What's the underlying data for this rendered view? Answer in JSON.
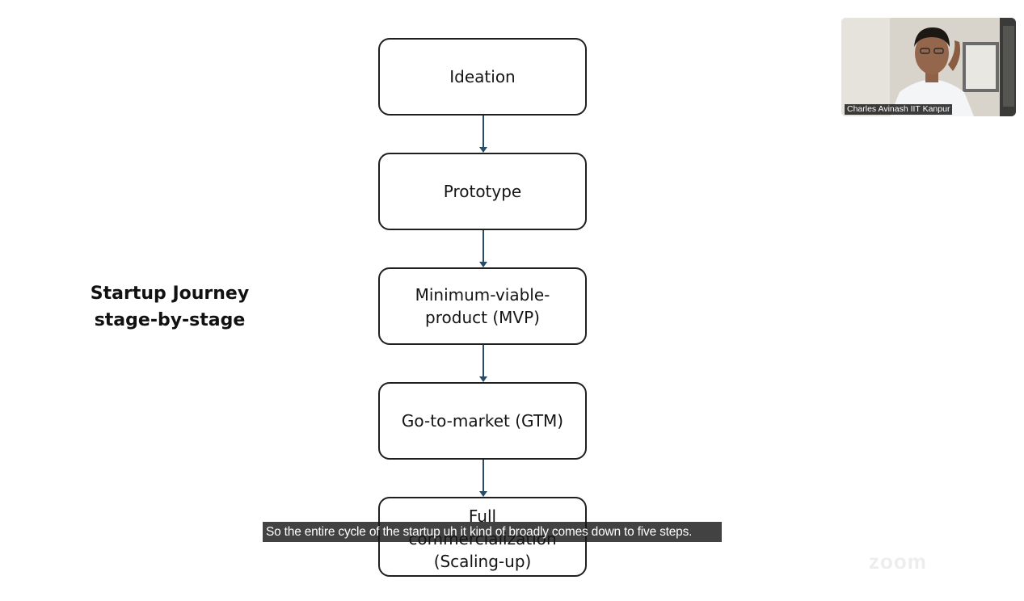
{
  "diagram": {
    "side_title_line1": "Startup Journey",
    "side_title_line2": "stage-by-stage",
    "stages": [
      {
        "label": "Ideation"
      },
      {
        "label": "Prototype"
      },
      {
        "label": "Minimum-viable-product (MVP)"
      },
      {
        "label": "Go-to-market (GTM)"
      },
      {
        "label": "Full commercialization (Scaling-up)"
      }
    ],
    "colors": {
      "box_border": "#1f1f1f",
      "arrow": "#2a4d66"
    }
  },
  "video": {
    "participant_name": "Charles Avinash  IIT Kanpur"
  },
  "caption": {
    "text": "So the entire cycle of the startup uh it kind of broadly comes down to five steps."
  },
  "watermark": {
    "text": "zoom"
  }
}
